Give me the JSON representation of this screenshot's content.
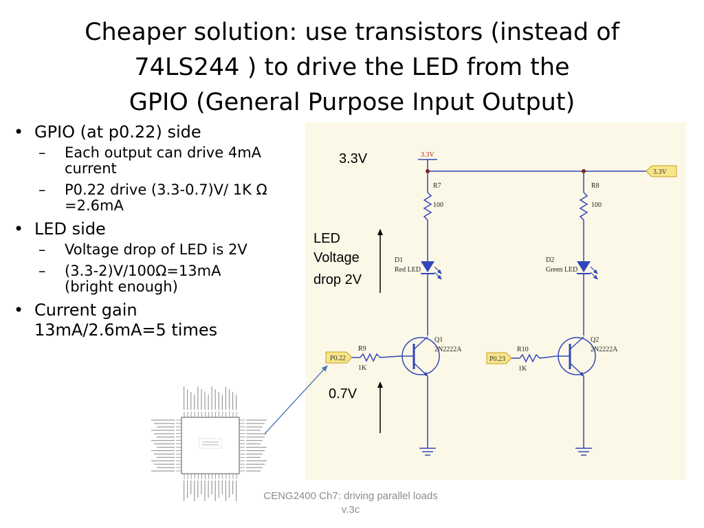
{
  "slide": {
    "title_lines": [
      "Cheaper solution: use transistors (instead of",
      "74LS244 ) to drive the LED from the",
      "GPIO (General Purpose Input Output)"
    ],
    "bullets": {
      "gpio_side": "GPIO (at p0.22) side",
      "gpio_sub1": "Each output can drive 4mA current",
      "gpio_sub2": "P0.22 drive (3.3-0.7)V/ 1K Ω =2.6mA",
      "led_side": "LED side",
      "led_sub1": "Voltage drop of LED is 2V",
      "led_sub2": "(3.3-2)V/100Ω=13mA (bright enough)",
      "current_gain": "Current gain 13mA/2.6mA=5 times"
    },
    "annotations": {
      "supply": "3.3V",
      "led_drop_1": "LED",
      "led_drop_2": "Voltage",
      "led_drop_3": "drop 2V",
      "vbe": "0.7V"
    },
    "schematic": {
      "vcc_left": "3.3V",
      "vcc_right": "3.3V",
      "r7": "R7",
      "r7_val": "100",
      "r8": "R8",
      "r8_val": "100",
      "d1": "D1",
      "d1_name": "Red LED",
      "d2": "D2",
      "d2_name": "Green LED",
      "q1": "Q1",
      "q1_part": "2N2222A",
      "q2": "Q2",
      "q2_part": "2N2222A",
      "r9": "R9",
      "r9_val": "1K",
      "r10": "R10",
      "r10_val": "1K",
      "port1": "P0.22",
      "port2": "P0.23"
    },
    "footer": {
      "line1": "CENG2400 Ch7: driving parallel loads",
      "line2": "v.3c"
    },
    "colors": {
      "wire": "#3345b8",
      "label_red": "#b02020",
      "port_fill": "#f7e58a",
      "port_stroke": "#c8a020",
      "arrow": "#4a78b5",
      "panel_bg": "#fbf8e7"
    }
  }
}
